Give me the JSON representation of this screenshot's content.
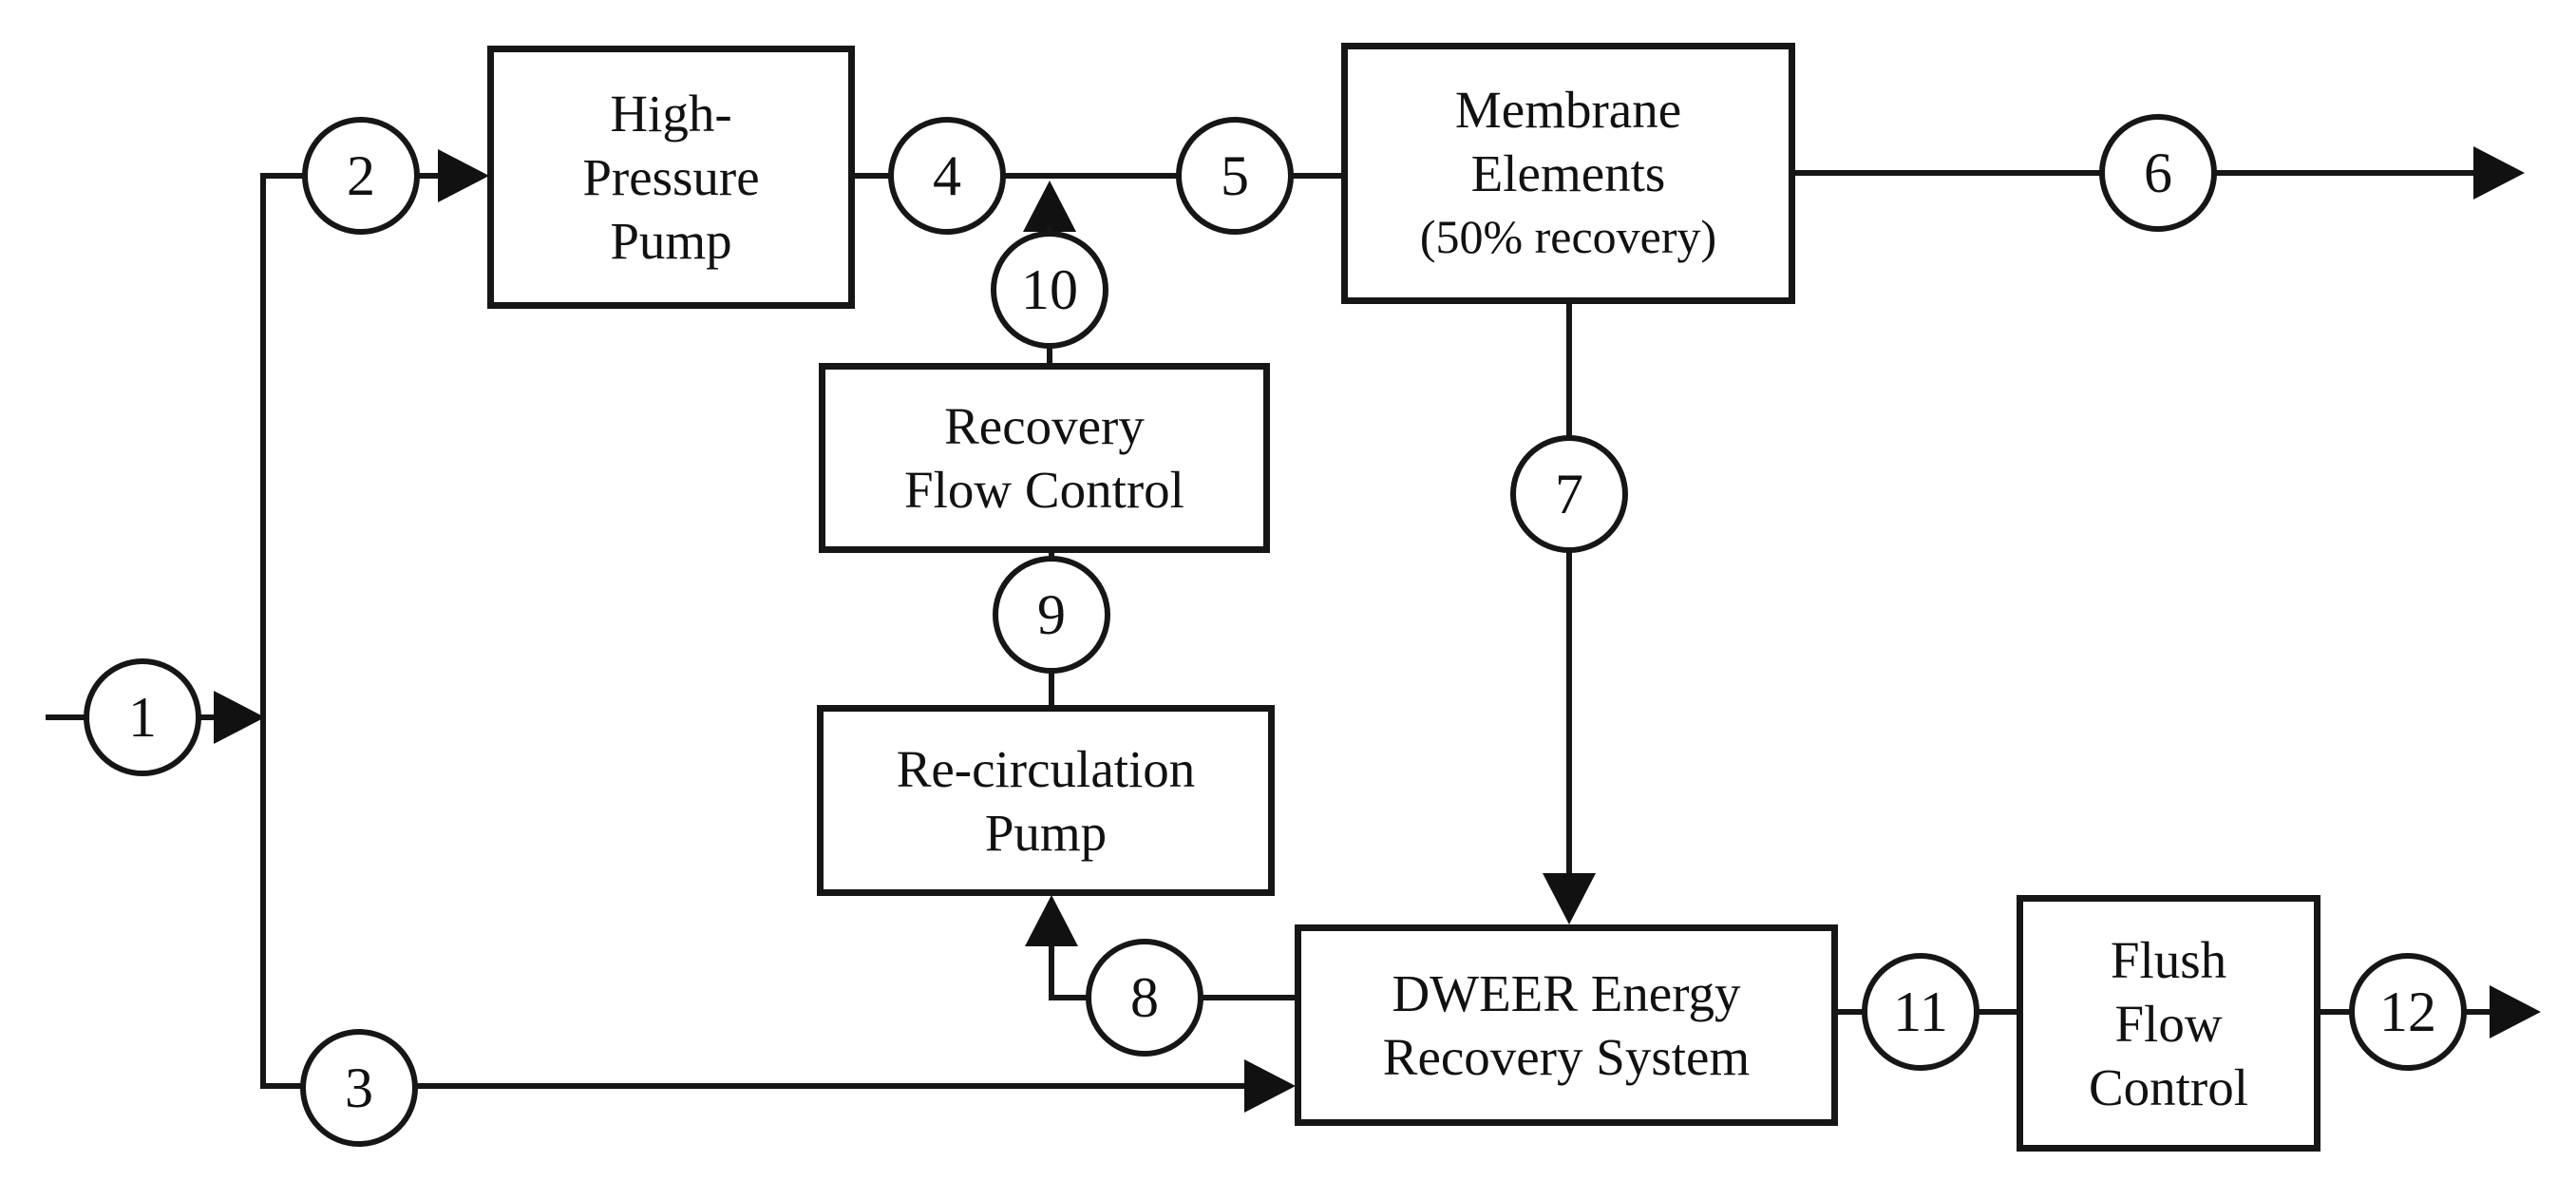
{
  "diagram": {
    "description": "Process flow diagram of a reverse-osmosis desalination train with DWEER energy recovery",
    "boxes": {
      "hp_pump": {
        "lines": [
          "High-",
          "Pressure",
          "Pump"
        ]
      },
      "membrane": {
        "lines": [
          "Membrane",
          "Elements",
          "(50% recovery)"
        ]
      },
      "recovery_flow_control": {
        "lines": [
          "Recovery",
          "Flow Control"
        ]
      },
      "recirc_pump": {
        "lines": [
          "Re-circulation",
          "Pump"
        ]
      },
      "dweer": {
        "lines": [
          "DWEER Energy",
          "Recovery System"
        ]
      },
      "flush_flow_control": {
        "lines": [
          "Flush",
          "Flow",
          "Control"
        ]
      }
    },
    "streams": {
      "s1": "1",
      "s2": "2",
      "s3": "3",
      "s4": "4",
      "s5": "5",
      "s6": "6",
      "s7": "7",
      "s8": "8",
      "s9": "9",
      "s10": "10",
      "s11": "11",
      "s12": "12"
    },
    "connections": [
      "1 → feed split point",
      "split → 2 → High-Pressure Pump",
      "High-Pressure Pump → 4 → 5 → Membrane Elements (50% recovery)",
      "10 → joins line between 4 and 5 (from Recovery Flow Control)",
      "Membrane Elements → 6 → permeate out",
      "Membrane Elements → 7 → DWEER Energy Recovery System",
      "split → 3 → DWEER Energy Recovery System",
      "DWEER Energy Recovery System → 8 → Re-circulation Pump",
      "Re-circulation Pump → 9 → Recovery Flow Control",
      "DWEER Energy Recovery System → 11 → Flush Flow Control",
      "Flush Flow Control → 12 → brine out"
    ]
  }
}
